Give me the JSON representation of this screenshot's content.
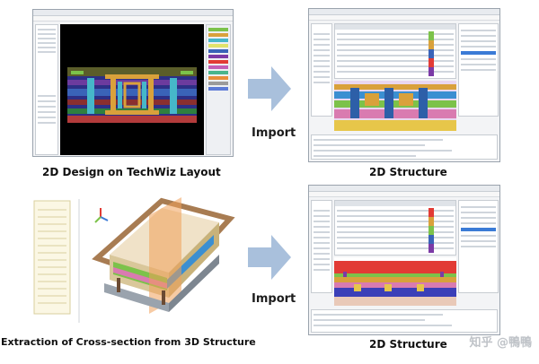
{
  "panels": {
    "top_left": {
      "caption": "2D Design on TechWiz Layout"
    },
    "top_right": {
      "caption": "2D Structure"
    },
    "bottom_left": {
      "caption": "Extraction of Cross-section from 3D Structure"
    },
    "bottom_right": {
      "caption": "2D Structure"
    }
  },
  "arrows": {
    "top_label": "Import",
    "bottom_label": "Import"
  },
  "watermark": "知乎 @鴨鴨",
  "colors": {
    "arrow": "#a9c0dc",
    "layout_bg": "#000000",
    "layer_blue": "#3b3fb8",
    "layer_orange": "#d9a13b",
    "layer_green": "#7cc24a",
    "layer_red": "#e23b35",
    "layer_purple": "#7b3aa6"
  }
}
